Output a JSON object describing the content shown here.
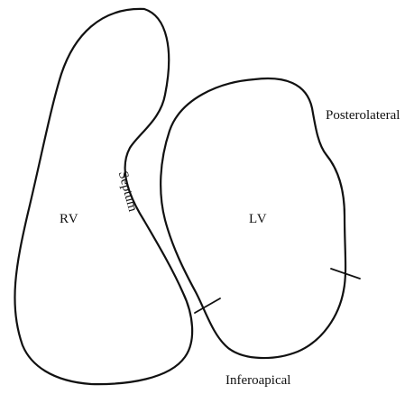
{
  "labels": {
    "rv": "RV",
    "lv": "LV",
    "septum": "Septum",
    "posterolateral": "Posterolateral",
    "inferoapical": "Inferoapical"
  },
  "colors": {
    "stroke": "#111111",
    "background": "#ffffff"
  }
}
